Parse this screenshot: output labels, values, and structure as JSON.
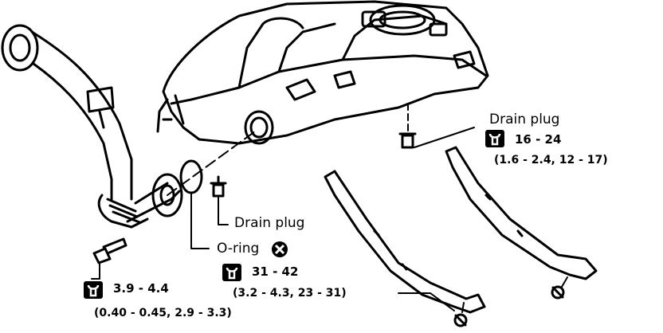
{
  "labels": {
    "drain_plug_top": "Drain plug",
    "torque_top": "16 - 24",
    "conv_top": "(1.6 - 2.4, 12 - 17)",
    "drain_plug_mid": "Drain plug",
    "oring": "O-ring",
    "torque_mid": "31 - 42",
    "conv_mid": "(3.2 - 4.3, 23 - 31)",
    "torque_left": "3.9 - 4.4",
    "conv_left": "(0.40 - 0.45, 2.9 - 3.3)"
  },
  "icons": {
    "torque": "torque-wrench-icon",
    "replace": "replace-x-icon"
  },
  "colors": {
    "ink": "#000000",
    "paper": "#ffffff"
  }
}
